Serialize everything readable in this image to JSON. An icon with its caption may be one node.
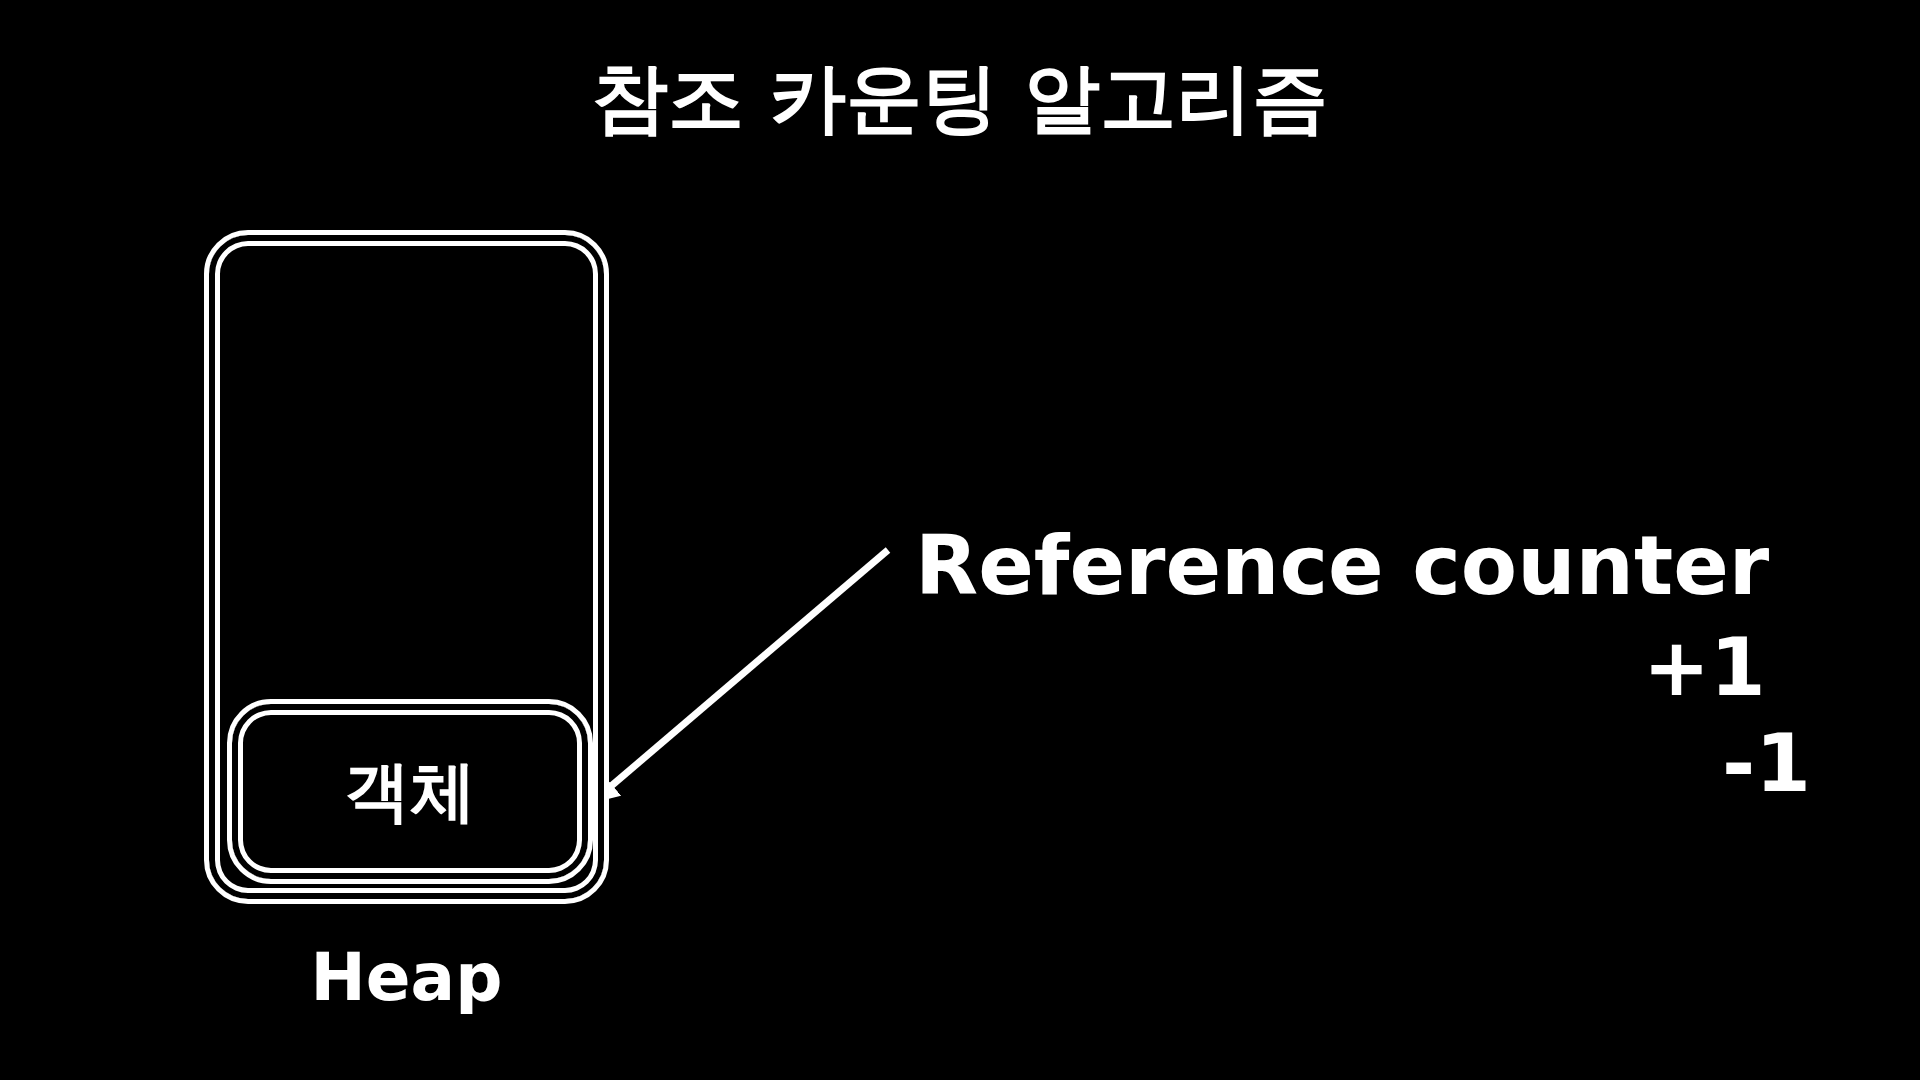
{
  "diagram": {
    "title": "참조 카운팅 알고리즘",
    "nodes": [
      {
        "text": [
          "Heap"
        ]
      },
      {
        "text": [
          "객체"
        ],
        "in": 0
      },
      {
        "text": [
          "Reference counter"
        ]
      }
    ],
    "edges": [
      {
        "from": 2,
        "to": 1,
        "arrow": "to"
      }
    ],
    "labels": [
      "+1",
      "-1"
    ]
  }
}
